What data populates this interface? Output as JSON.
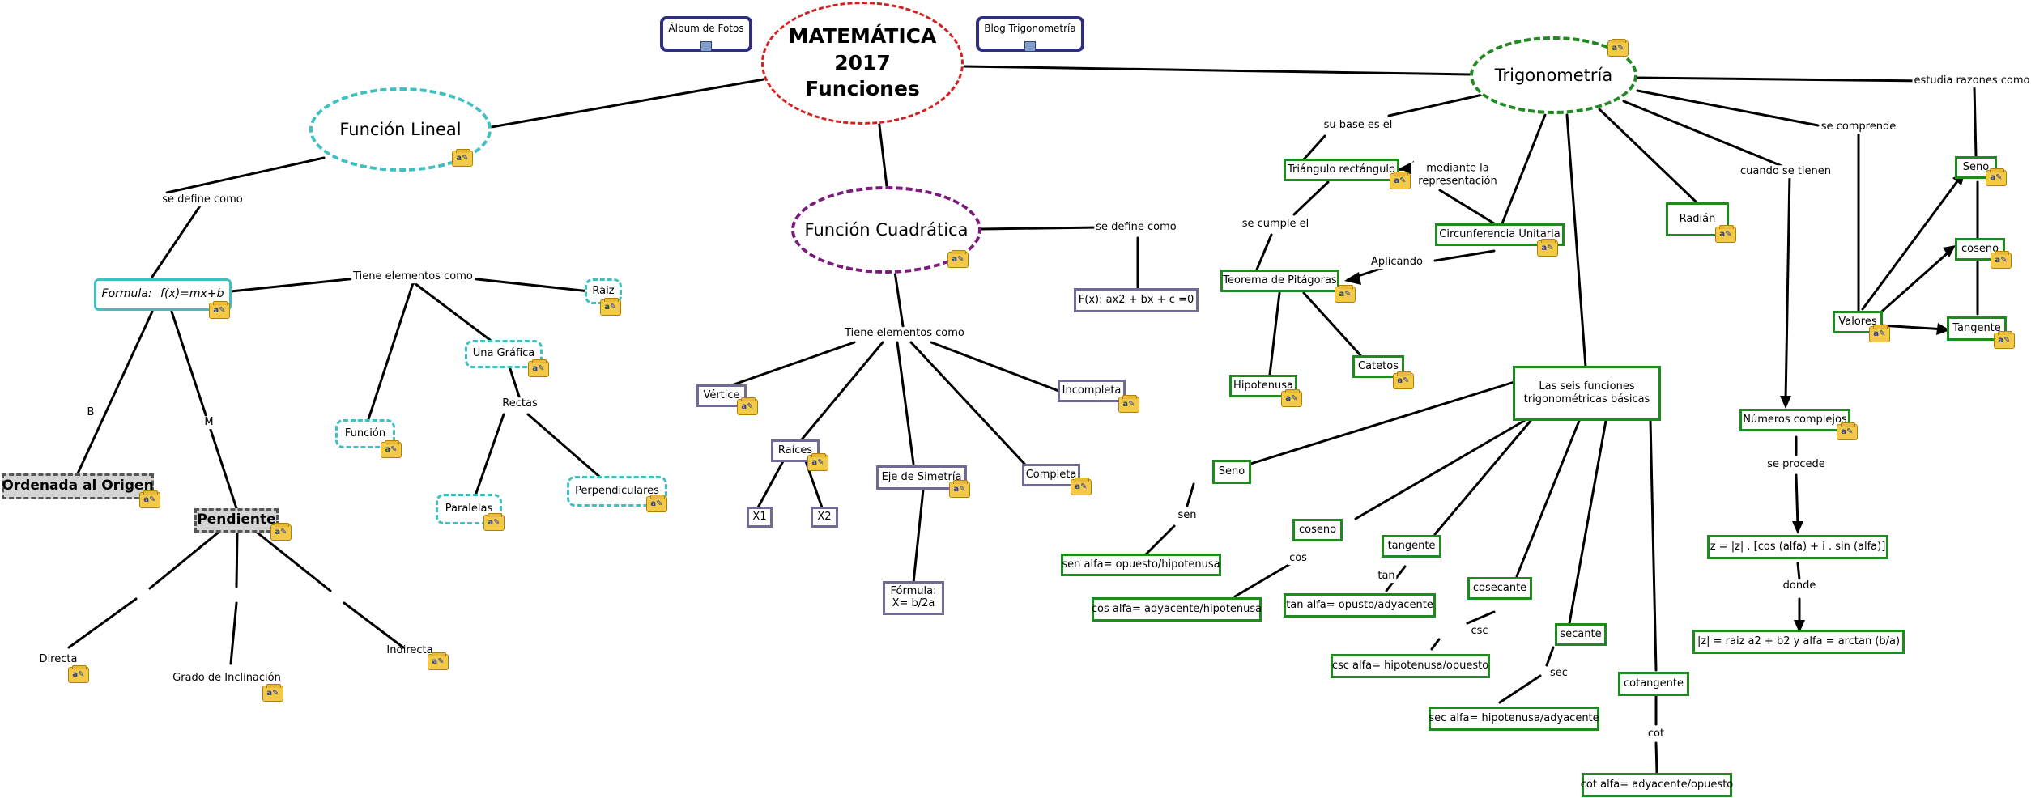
{
  "title": {
    "line1": "MATEMÁTICA",
    "line2": "2017",
    "line3": "Funciones"
  },
  "resources": {
    "album": "Álbum de Fotos",
    "blog": "Blog Trigonometría"
  },
  "lineal": {
    "name": "Función Lineal",
    "define_link": "se define como",
    "formula_prefix": "Formula: ",
    "formula_expr": "f(x)=mx+b",
    "tiene": "Tiene elementos como",
    "raiz": "Raiz",
    "grafica": "Una Gráfica",
    "funcion": "Función",
    "rectas": "Rectas",
    "paralelas": "Paralelas",
    "perpendiculares": "Perpendiculares",
    "b": "B",
    "m": "M",
    "ordenada": "Ordenada al Origen",
    "pendiente": "Pendiente",
    "directa": "Directa",
    "grado": "Grado de Inclinación",
    "indirecta": "Indirecta"
  },
  "cuadratica": {
    "name": "Función Cuadrática",
    "define_link": "se define como",
    "formula": "F(x): ax2 + bx + c =0",
    "tiene": "Tiene elementos como",
    "vertice": "Vértice",
    "raices": "Raíces",
    "x1": "X1",
    "x2": "X2",
    "eje": "Eje de Simetría",
    "formula_eje_1": "Fórmula:",
    "formula_eje_2": "X= b/2a",
    "completa": "Completa",
    "incompleta": "Incompleta"
  },
  "trig": {
    "name": "Trigonometría",
    "su_base": "su base es el",
    "triangulo": "Triángulo rectángulo",
    "mediante": "mediante la representación",
    "se_cumple": "se cumple el",
    "circunferencia": "Circunferencia Unitaria",
    "aplicando": "Aplicando",
    "teorema": "Teorema de Pitágoras",
    "hipotenusa": "Hipotenusa",
    "catetos": "Catetos",
    "radian": "Radián",
    "seis": "Las seis funciones trigonométricas básicas",
    "seno": "Seno",
    "sen": "sen",
    "sen_f": "sen alfa= opuesto/hipotenusa",
    "coseno": "coseno",
    "cos": "cos",
    "cos_f": "cos alfa= adyacente/hipotenusa",
    "tangente": "tangente",
    "tan": "tan",
    "tan_f": "tan alfa= opusto/adyacente",
    "cosecante": "cosecante",
    "csc": "csc",
    "csc_f": "csc alfa= hipotenusa/opuesto",
    "secante": "secante",
    "sec": "sec",
    "sec_f": "sec alfa= hipotenusa/adyacente",
    "cotangente": "cotangente",
    "cot": "cot",
    "cot_f": "cot alfa= adyacente/opuesto",
    "cuando": "cuando se tienen",
    "complejos": "Números complejos",
    "procede": "se procede",
    "z_formula": "z = |z| . [cos (alfa) + i . sin (alfa)]",
    "donde": "donde",
    "mod_formula": "|z| = raiz a2 + b2 y alfa = arctan (b/a)",
    "comprende": "se comprende",
    "estudia": "estudia razones como",
    "valores": "Valores",
    "r_seno": "Seno",
    "r_coseno": "coseno",
    "r_tangente": "Tangente"
  },
  "icon_glyph": "a✎",
  "colors": {
    "main": "#d42020",
    "lineal": "#3fbfbf",
    "cuadratica": "#7a1a7a",
    "trig": "#1f8a1f",
    "resources": "#2e2e80",
    "quad_boxes": "#6f6a96"
  }
}
